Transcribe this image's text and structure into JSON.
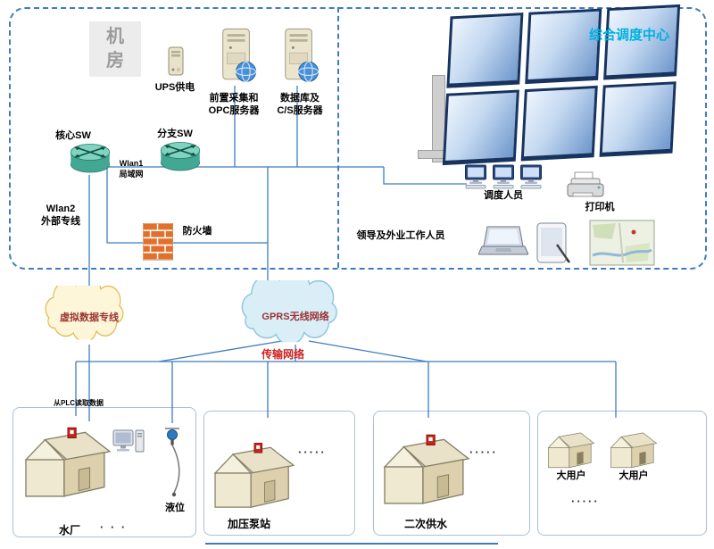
{
  "machine_room": {
    "title": "机 房",
    "ups_label": "UPS供电",
    "server1_line1": "前置采集和",
    "server1_line2": "OPC服务器",
    "server2_line1": "数据库及",
    "server2_line2": "C/S服务器",
    "core_switch_label": "核心SW",
    "branch_switch_label": "分支SW",
    "wlan1_line1": "Wlan1",
    "wlan1_line2": "局域网",
    "wlan2_line1": "Wlan2",
    "wlan2_line2": "外部专线",
    "firewall_label": "防火墙"
  },
  "dispatch_center": {
    "title": "综合调度中心",
    "operators_label": "调度人员",
    "printer_label": "打印机",
    "field_staff_label": "领导及外业工作人员"
  },
  "network": {
    "vpn_cloud_label": "虚拟数据专线",
    "gprs_cloud_label": "GPRS无线网络",
    "transmission_label": "传输网络"
  },
  "sites": {
    "plc_note": "从PLC读取数据",
    "water_plant_label": "水厂",
    "water_plant_dots": "· · ·",
    "liquid_level_label": "液位",
    "pump_station_label": "加压泵站",
    "pump_station_dots": "·····",
    "secondary_supply_label": "二次供水",
    "secondary_supply_dots": "·····",
    "big_user1_label": "大用户",
    "big_user2_label": "大用户",
    "big_user_dots": "·····"
  },
  "colors": {
    "connector_line": "#3f7cbf",
    "dashed_border": "#3f7cbf",
    "dispatch_title_cyan": "#00b0e0",
    "transmission_red": "#cc2222",
    "cloud_text": "#993333",
    "vpn_cloud_fill": "#fdf6d8",
    "gprs_cloud_fill": "#d9eef7",
    "firewall_brick": "#e2702a"
  }
}
